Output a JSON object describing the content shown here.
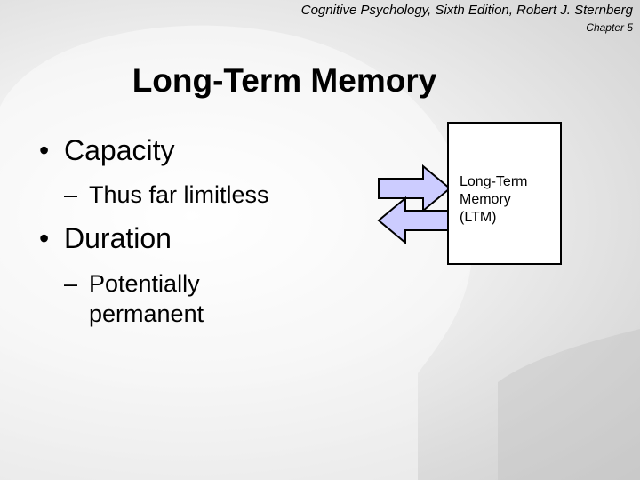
{
  "header": {
    "source": "Cognitive Psychology, Sixth Edition, Robert J. Sternberg",
    "chapter": "Chapter 5"
  },
  "title": "Long-Term Memory",
  "bullets": [
    {
      "label": "Capacity",
      "sub": "Thus far limitless"
    },
    {
      "label": "Duration",
      "sub_line1": "Potentially",
      "sub_line2": "permanent"
    }
  ],
  "diagram": {
    "box_line1": "Long-Term",
    "box_line2": "Memory",
    "box_line3": "(LTM)",
    "arrow_color": "#ccccff"
  }
}
